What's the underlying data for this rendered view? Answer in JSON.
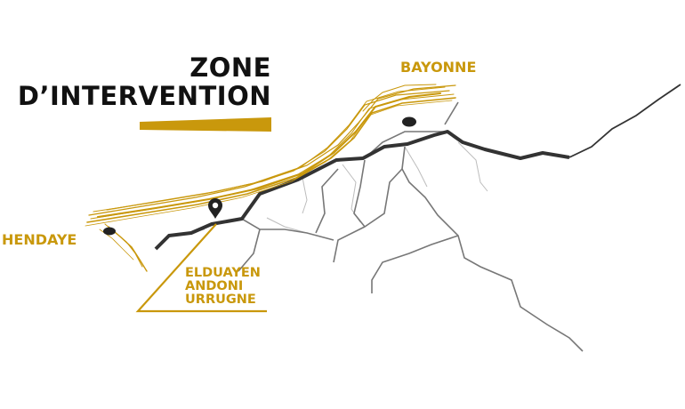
{
  "title": {
    "line1": "ZONE",
    "line2": "D’INTERVENTION"
  },
  "cities": {
    "bayonne": "BAYONNE",
    "hendaye": "HENDAYE"
  },
  "site": {
    "line1": "ELDUAYEN",
    "line2": "ANDONI",
    "line3": "URRUGNE"
  },
  "colors": {
    "accent": "#c9980c",
    "text": "#111111",
    "main_road": "#333333",
    "roads": "#777777",
    "minor_roads": "#bdbdbd"
  },
  "icons": {
    "site_marker": "map-pin-icon",
    "city_marker": "city-dot-icon"
  }
}
